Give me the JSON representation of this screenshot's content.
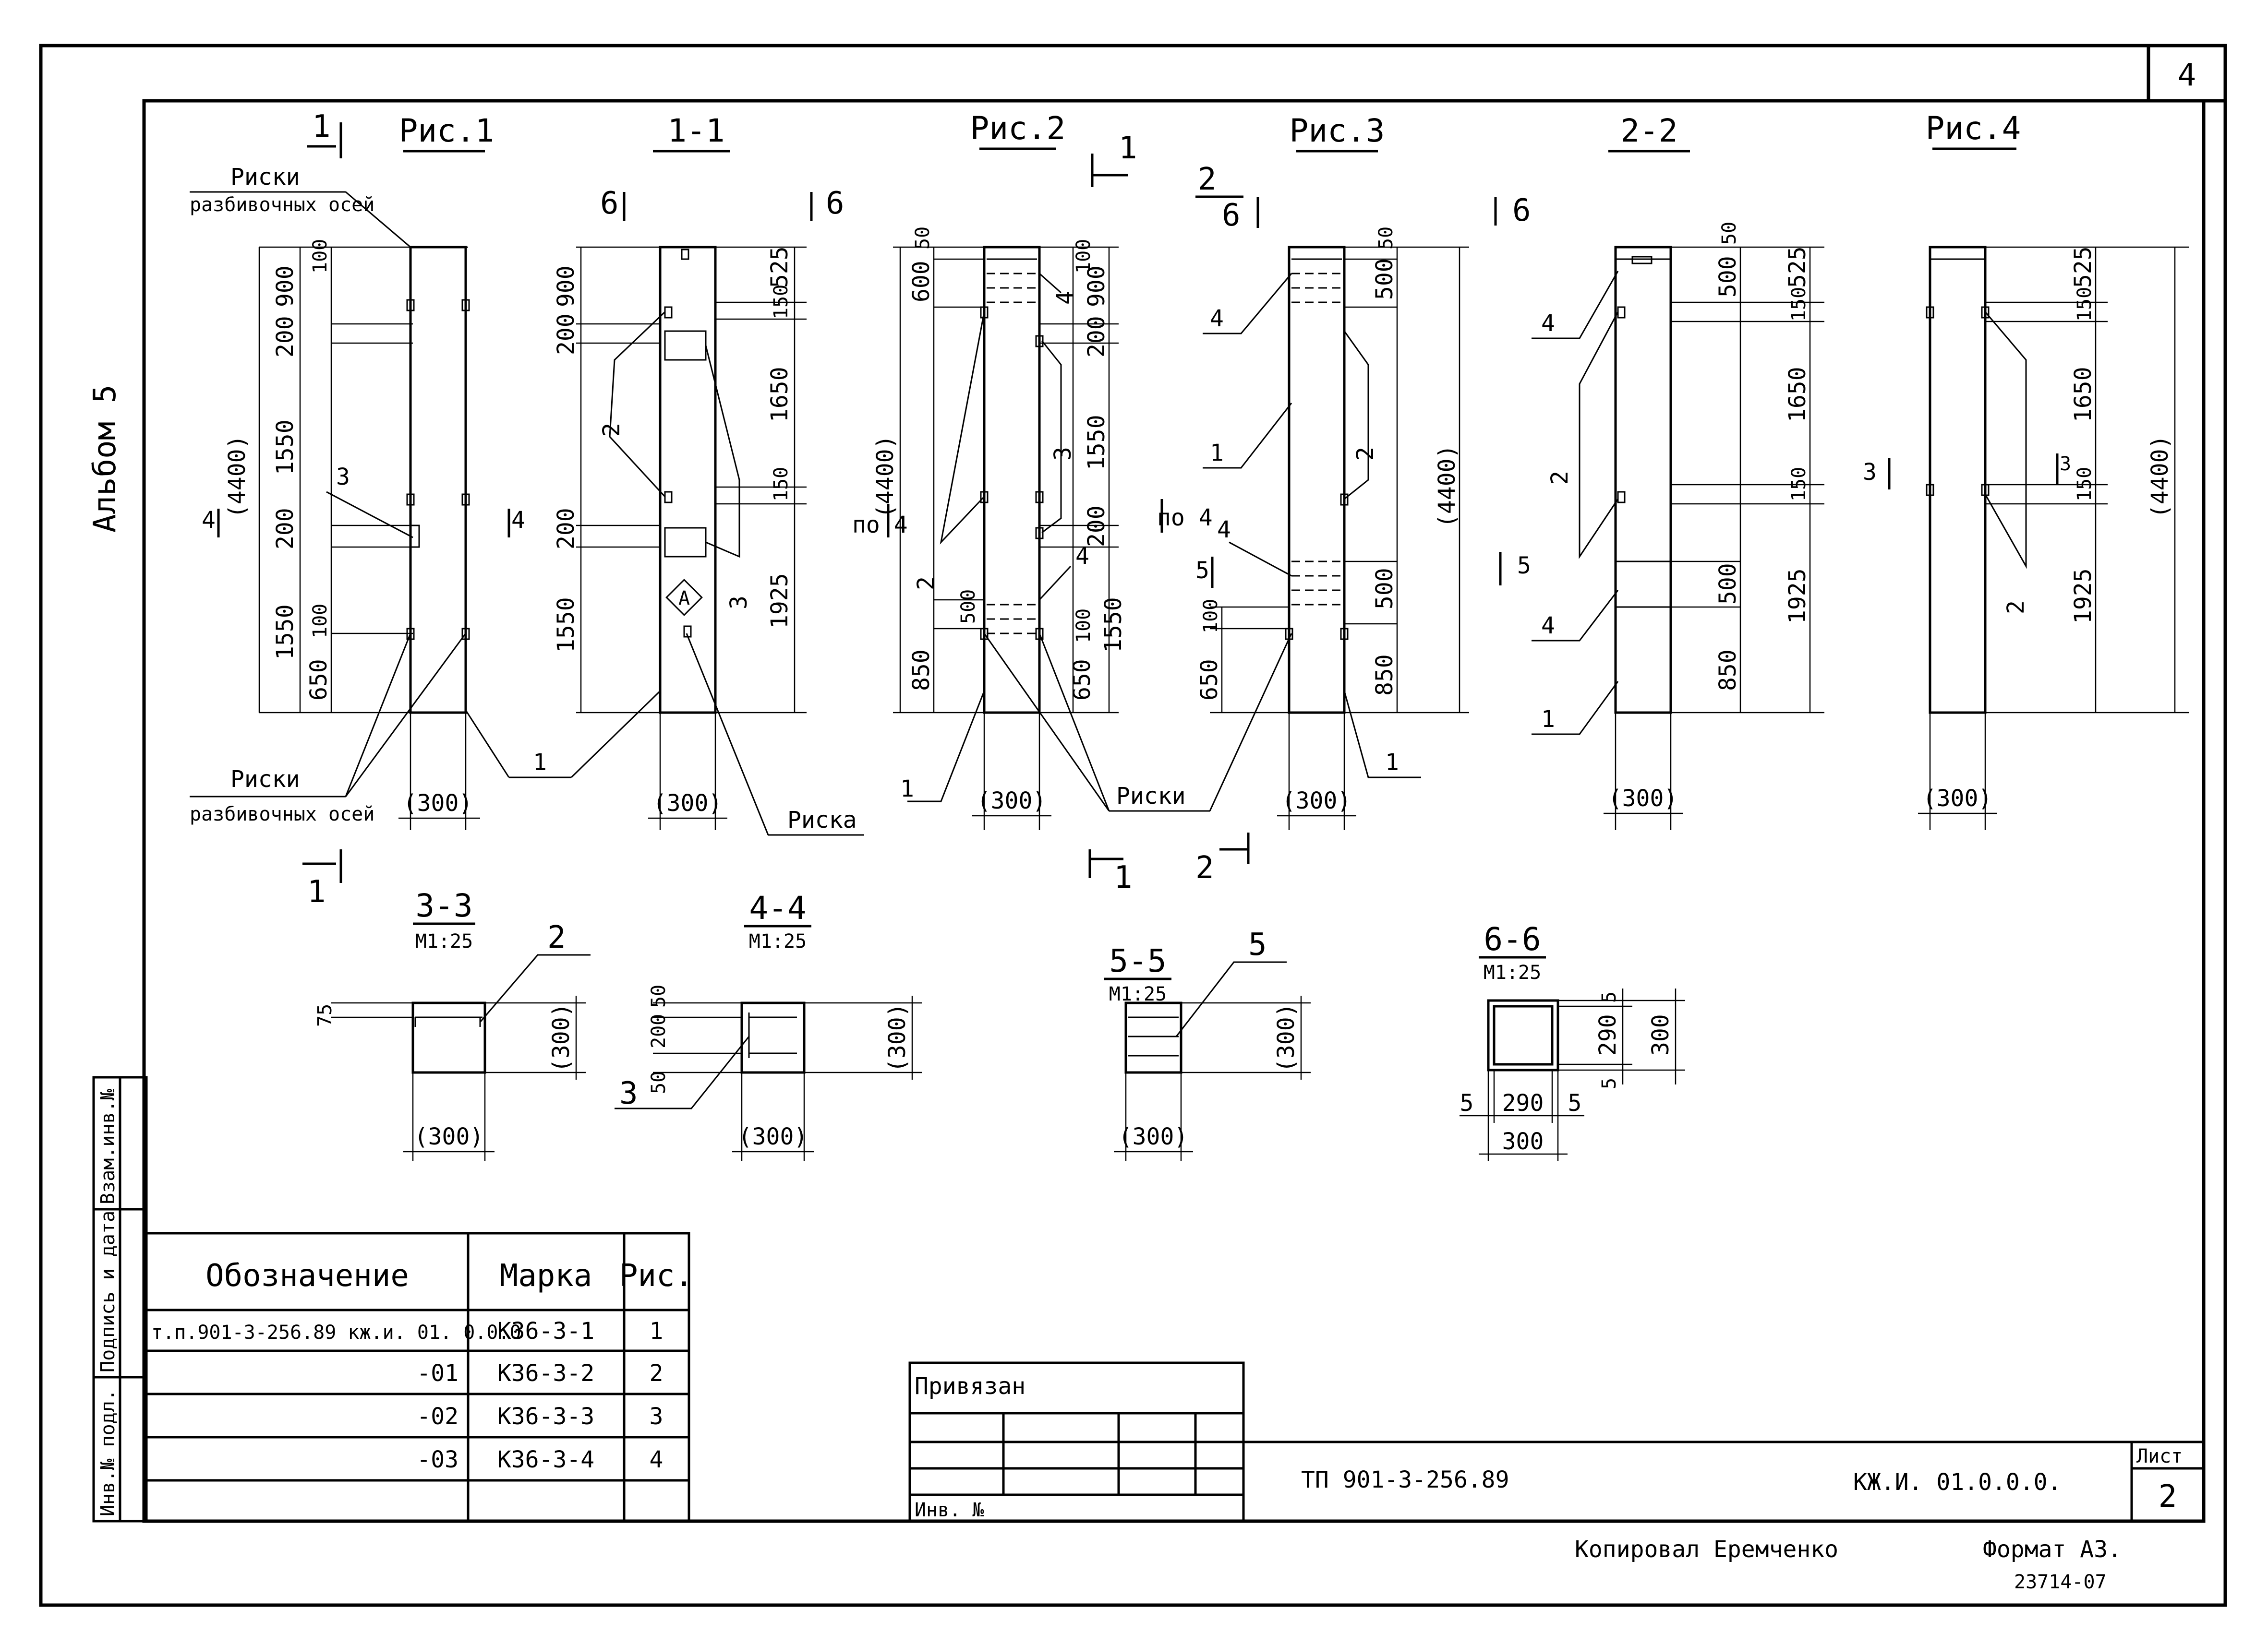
{
  "sheet": {
    "corner_number": "4",
    "album": "Альбом 5",
    "code": "ТП 901-3-256.89",
    "drawing_code": "КЖ.И. 01.0.0.0.",
    "sheet_label": "Лист",
    "sheet_number": "2",
    "copied": "Копировал Еремченко",
    "format": "Формат А3.",
    "order": "23714-07"
  },
  "side_stamp": [
    "Инв.№ подл.",
    "Подпись и дата",
    "Взам.инв.№"
  ],
  "privyazan": {
    "title": "Привязан",
    "inv_label": "Инв. №"
  },
  "figures": {
    "fig1": {
      "title": "Рис.1",
      "labels": {
        "riski_top_1": "Риски",
        "riski_top_2": "разбивочных осей",
        "riski_bot_1": "Риски",
        "riski_bot_2": "разбивочных осей",
        "num1": "1",
        "num3": "3"
      },
      "section_mark_top": "1",
      "section_mark_bottom": "1",
      "section_side": "4",
      "height": "(4400)",
      "dims_left": [
        "1550",
        "200",
        "1550",
        "200",
        "900"
      ],
      "dims_small": [
        "100",
        "100",
        "650"
      ],
      "width": "(300)"
    },
    "sec11": {
      "title": "1-1",
      "mark_top": "6",
      "mark_left": "4",
      "labels": {
        "num2": "2",
        "num3": "3",
        "num1": "1",
        "riska": "Риска",
        "marker": "А"
      },
      "dims_left": [
        "900",
        "200",
        "200",
        "1550"
      ],
      "dims_right": [
        "525",
        "150",
        "1650",
        "150",
        "1925"
      ],
      "width": "(300)"
    },
    "fig2": {
      "title": "Рис.2",
      "height": "(4400)",
      "po4": "по 4",
      "dims_left": [
        "50",
        "600",
        "500",
        "850"
      ],
      "dims_right": [
        "100",
        "900",
        "200",
        "1550",
        "200",
        "100",
        "1550",
        "650"
      ],
      "labels": {
        "num4a": "4",
        "num3": "3",
        "num2": "2",
        "num4b": "4",
        "num1": "1",
        "riski": "Риски"
      },
      "width": "(300)",
      "mark_side": "1",
      "mark_bottom": "1"
    },
    "fig3": {
      "title": "Рис.3",
      "height": "(4400)",
      "mark_top": "2",
      "mark_6": "6",
      "mark_6r": "6",
      "po4": "по 4",
      "mark_5": "5",
      "mark_5r": "5",
      "dims_left": [
        "100",
        "650"
      ],
      "dims_right": [
        "50",
        "500",
        "500",
        "850"
      ],
      "labels": {
        "num4a": "4",
        "num1": "1",
        "num2": "2",
        "num4b": "4",
        "num1b": "1"
      },
      "width": "(300)",
      "mark_bottom": "2"
    },
    "sec22": {
      "title": "2-2",
      "dims_right": [
        "50",
        "500",
        "525",
        "150",
        "1650",
        "150",
        "500",
        "850",
        "1925"
      ],
      "labels": {
        "num4a": "4",
        "num2": "2",
        "num4b": "4",
        "num1": "1"
      },
      "width": "(300)"
    },
    "fig4": {
      "title": "Рис.4",
      "height": "(4400)",
      "mark_3": "3",
      "mark_3r": "3",
      "dims_right": [
        "525",
        "150",
        "1650",
        "150",
        "1925"
      ],
      "labels": {
        "num2": "2"
      },
      "width": "(300)"
    }
  },
  "sections": [
    {
      "title": "3-3",
      "scale": "М1:25",
      "leader": "2",
      "dim_left": "75",
      "dim_right": "(300)",
      "dim_bottom": "(300)"
    },
    {
      "title": "4-4",
      "scale": "М1:25",
      "leader": "3",
      "dims_left": [
        "50",
        "200",
        "50"
      ],
      "dim_right": "(300)",
      "dim_bottom": "(300)"
    },
    {
      "title": "5-5",
      "scale": "М1:25",
      "leader": "5",
      "dim_right": "(300)",
      "dim_bottom": "(300)"
    },
    {
      "title": "6-6",
      "scale": "М1:25",
      "dims_right": [
        "5",
        "290",
        "5",
        "300"
      ],
      "dims_bottom": [
        "5",
        "290",
        "5",
        "300"
      ]
    }
  ],
  "spec_table": {
    "headers": [
      "Обозначение",
      "Марка",
      "Рис."
    ],
    "rows": [
      {
        "designation": "т.п.901-3-256.89 кж.и. 01. 0.0.0",
        "mark": "К36-3-1",
        "fig": "1"
      },
      {
        "designation": "-01",
        "mark": "К36-3-2",
        "fig": "2"
      },
      {
        "designation": "-02",
        "mark": "К36-3-3",
        "fig": "3"
      },
      {
        "designation": "-03",
        "mark": "К36-3-4",
        "fig": "4"
      },
      {
        "designation": "",
        "mark": "",
        "fig": ""
      }
    ]
  }
}
